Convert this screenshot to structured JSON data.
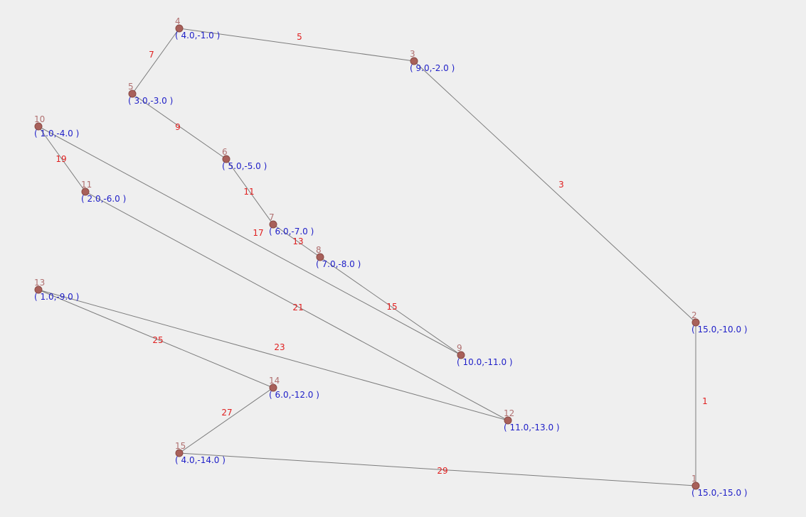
{
  "diagram": {
    "type": "graph",
    "nodes": [
      {
        "id": "1",
        "coord": "( 15.0,-15.0 )"
      },
      {
        "id": "2",
        "coord": "( 15.0,-10.0 )"
      },
      {
        "id": "3",
        "coord": "( 9.0,-2.0 )"
      },
      {
        "id": "4",
        "coord": "( 4.0,-1.0 )"
      },
      {
        "id": "5",
        "coord": "( 3.0,-3.0 )"
      },
      {
        "id": "6",
        "coord": "( 5.0,-5.0 )"
      },
      {
        "id": "7",
        "coord": "( 6.0,-7.0 )"
      },
      {
        "id": "8",
        "coord": "( 7.0,-8.0 )"
      },
      {
        "id": "9",
        "coord": "( 10.0,-11.0 )"
      },
      {
        "id": "10",
        "coord": "( 1.0,-4.0 )"
      },
      {
        "id": "11",
        "coord": "( 2.0,-6.0 )"
      },
      {
        "id": "12",
        "coord": "( 11.0,-13.0 )"
      },
      {
        "id": "13",
        "coord": "( 1.0,-9.0 )"
      },
      {
        "id": "14",
        "coord": "( 6.0,-12.0 )"
      },
      {
        "id": "15",
        "coord": "( 4.0,-14.0 )"
      }
    ],
    "edges": [
      {
        "label": "1",
        "from": "1",
        "to": "2"
      },
      {
        "label": "3",
        "from": "2",
        "to": "3"
      },
      {
        "label": "5",
        "from": "3",
        "to": "4"
      },
      {
        "label": "7",
        "from": "4",
        "to": "5"
      },
      {
        "label": "9",
        "from": "5",
        "to": "6"
      },
      {
        "label": "11",
        "from": "6",
        "to": "7"
      },
      {
        "label": "13",
        "from": "7",
        "to": "8"
      },
      {
        "label": "15",
        "from": "8",
        "to": "9"
      },
      {
        "label": "17",
        "from": "9",
        "to": "10"
      },
      {
        "label": "19",
        "from": "10",
        "to": "11"
      },
      {
        "label": "21",
        "from": "11",
        "to": "12"
      },
      {
        "label": "23",
        "from": "12",
        "to": "13"
      },
      {
        "label": "25",
        "from": "13",
        "to": "14"
      },
      {
        "label": "27",
        "from": "14",
        "to": "15"
      },
      {
        "label": "29",
        "from": "15",
        "to": "1"
      }
    ]
  }
}
